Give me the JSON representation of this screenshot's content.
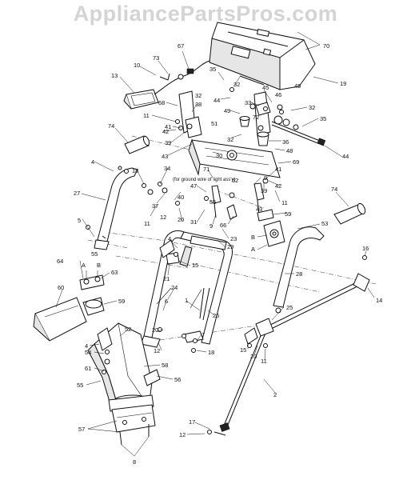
{
  "watermark": "AppliancePartsPros.com",
  "note": "(for ground wire of light ass'y)",
  "callouts": [
    {
      "id": "c70a",
      "text": "70"
    },
    {
      "id": "c19",
      "text": "19"
    },
    {
      "id": "c67",
      "text": "67"
    },
    {
      "id": "c73",
      "text": "73"
    },
    {
      "id": "c10",
      "text": "10"
    },
    {
      "id": "c35a",
      "text": "35"
    },
    {
      "id": "c13",
      "text": "13"
    },
    {
      "id": "c32a",
      "text": "32"
    },
    {
      "id": "c44a",
      "text": "44"
    },
    {
      "id": "c45",
      "text": "45"
    },
    {
      "id": "c68",
      "text": "68"
    },
    {
      "id": "c32b",
      "text": "32"
    },
    {
      "id": "c38",
      "text": "38"
    },
    {
      "id": "c33",
      "text": "33"
    },
    {
      "id": "c45b",
      "text": "45"
    },
    {
      "id": "c46",
      "text": "46"
    },
    {
      "id": "c32c",
      "text": "32"
    },
    {
      "id": "c11a",
      "text": "11"
    },
    {
      "id": "c49",
      "text": "49"
    },
    {
      "id": "c72",
      "text": "72"
    },
    {
      "id": "c35b",
      "text": "35"
    },
    {
      "id": "c41a",
      "text": "41"
    },
    {
      "id": "c51",
      "text": "51"
    },
    {
      "id": "c74a",
      "text": "74"
    },
    {
      "id": "c42a",
      "text": "42"
    },
    {
      "id": "c32d",
      "text": "32"
    },
    {
      "id": "c36",
      "text": "36"
    },
    {
      "id": "c48",
      "text": "48"
    },
    {
      "id": "c39a",
      "text": "39"
    },
    {
      "id": "c43a",
      "text": "43"
    },
    {
      "id": "c30",
      "text": "30"
    },
    {
      "id": "c69",
      "text": "69"
    },
    {
      "id": "c44b",
      "text": "44"
    },
    {
      "id": "c4a",
      "text": "4"
    },
    {
      "id": "c34",
      "text": "34"
    },
    {
      "id": "c71",
      "text": "71"
    },
    {
      "id": "c41b",
      "text": "41"
    },
    {
      "id": "c18a",
      "text": "18"
    },
    {
      "id": "c47",
      "text": "47"
    },
    {
      "id": "c9a",
      "text": "9"
    },
    {
      "id": "c62",
      "text": "62"
    },
    {
      "id": "c39b",
      "text": "39"
    },
    {
      "id": "c42b",
      "text": "42"
    },
    {
      "id": "c11b",
      "text": "11"
    },
    {
      "id": "c27",
      "text": "27"
    },
    {
      "id": "c40",
      "text": "40"
    },
    {
      "id": "c74b",
      "text": "74"
    },
    {
      "id": "c37",
      "text": "37"
    },
    {
      "id": "c12a",
      "text": "12"
    },
    {
      "id": "c20a",
      "text": "20"
    },
    {
      "id": "c55a",
      "text": "55"
    },
    {
      "id": "c43b",
      "text": "43"
    },
    {
      "id": "c11c",
      "text": "11"
    },
    {
      "id": "c31",
      "text": "31"
    },
    {
      "id": "c9b",
      "text": "9"
    },
    {
      "id": "c66",
      "text": "66"
    },
    {
      "id": "c59a",
      "text": "59"
    },
    {
      "id": "c5",
      "text": "5"
    },
    {
      "id": "c53",
      "text": "53"
    },
    {
      "id": "c23",
      "text": "23"
    },
    {
      "id": "c29",
      "text": "29"
    },
    {
      "id": "cB1",
      "text": "B"
    },
    {
      "id": "c4b",
      "text": "4"
    },
    {
      "id": "c15a",
      "text": "15"
    },
    {
      "id": "cA1",
      "text": "A"
    },
    {
      "id": "c16",
      "text": "16"
    },
    {
      "id": "c64",
      "text": "64"
    },
    {
      "id": "c55b",
      "text": "55"
    },
    {
      "id": "cA2",
      "text": "A"
    },
    {
      "id": "cB2",
      "text": "B"
    },
    {
      "id": "c63",
      "text": "63"
    },
    {
      "id": "c21",
      "text": "21"
    },
    {
      "id": "c28",
      "text": "28"
    },
    {
      "id": "c14",
      "text": "14"
    },
    {
      "id": "c60",
      "text": "60"
    },
    {
      "id": "c24",
      "text": "24"
    },
    {
      "id": "c59b",
      "text": "59"
    },
    {
      "id": "c6",
      "text": "6"
    },
    {
      "id": "c1",
      "text": "1"
    },
    {
      "id": "c25",
      "text": "25"
    },
    {
      "id": "c26",
      "text": "26"
    },
    {
      "id": "c52",
      "text": "52"
    },
    {
      "id": "c20b",
      "text": "20"
    },
    {
      "id": "c7",
      "text": "7"
    },
    {
      "id": "c4c",
      "text": "4"
    },
    {
      "id": "c54",
      "text": "54"
    },
    {
      "id": "c12b",
      "text": "12"
    },
    {
      "id": "c18b",
      "text": "18"
    },
    {
      "id": "c15b",
      "text": "15"
    },
    {
      "id": "c20c",
      "text": "20"
    },
    {
      "id": "c11d",
      "text": "11"
    },
    {
      "id": "c58",
      "text": "58"
    },
    {
      "id": "c61",
      "text": "61"
    },
    {
      "id": "c56",
      "text": "56"
    },
    {
      "id": "c55c",
      "text": "55"
    },
    {
      "id": "c2",
      "text": "2"
    },
    {
      "id": "c57",
      "text": "57"
    },
    {
      "id": "c17",
      "text": "17"
    },
    {
      "id": "c12c",
      "text": "12"
    },
    {
      "id": "c8",
      "text": "8"
    }
  ]
}
